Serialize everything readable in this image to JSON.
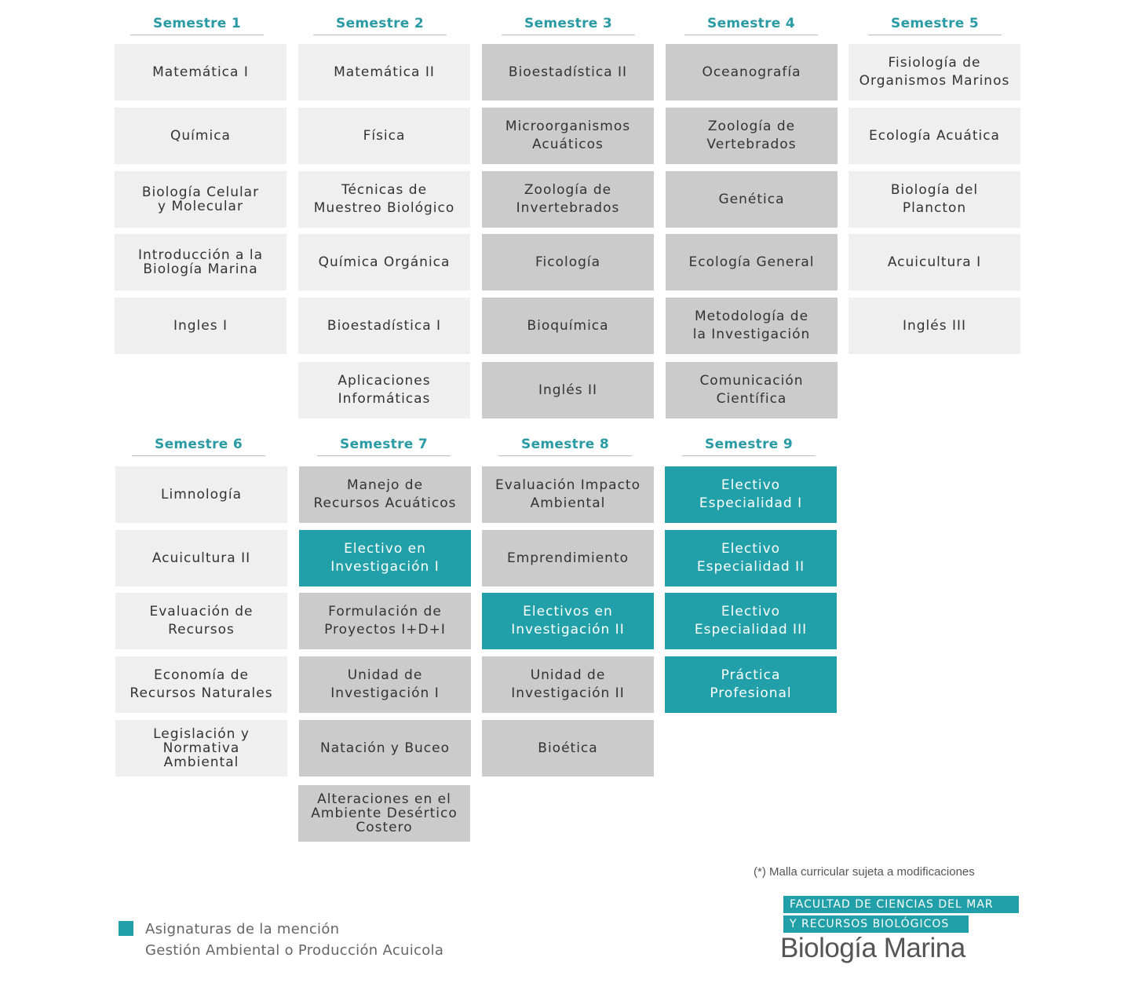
{
  "semesters": [
    {
      "title": "Semestre 1",
      "courses": [
        "Matemática I",
        "Química",
        "Biología Celular\ny Molecular",
        "Introducción a la\nBiología Marina",
        "Ingles I"
      ]
    },
    {
      "title": "Semestre 2",
      "courses": [
        "Matemática II",
        "Física",
        "Técnicas de\nMuestreo Biológico",
        "Química Orgánica",
        "Bioestadística I",
        "Aplicaciones\nInformáticas"
      ]
    },
    {
      "title": "Semestre 3",
      "courses": [
        "Bioestadística II",
        "Microorganismos\nAcuáticos",
        "Zoología de\nInvertebrados",
        "Ficología",
        "Bioquímica",
        "Inglés II"
      ]
    },
    {
      "title": "Semestre 4",
      "courses": [
        "Oceanografía",
        "Zoología de\nVertebrados",
        "Genética",
        "Ecología General",
        "Metodología de\nla Investigación",
        "Comunicación\nCientífica"
      ]
    },
    {
      "title": "Semestre 5",
      "courses": [
        "Fisiología de\nOrganismos Marinos",
        "Ecología Acuática",
        "Biología del\nPlancton",
        "Acuicultura I",
        "Inglés III"
      ]
    },
    {
      "title": "Semestre 6",
      "courses": [
        "Limnología",
        "Acuicultura II",
        "Evaluación de\nRecursos",
        "Economía de\nRecursos Naturales",
        "Legislación y\nNormativa\nAmbiental"
      ]
    },
    {
      "title": "Semestre 7",
      "courses": [
        "Manejo de\nRecursos Acuáticos",
        "Electivo en\nInvestigación I",
        "Formulación de\nProyectos I+D+I",
        "Unidad de\nInvestigación I",
        "Natación y Buceo",
        "Alteraciones en el\nAmbiente Desértico\nCostero"
      ]
    },
    {
      "title": "Semestre 8",
      "courses": [
        "Evaluación Impacto\nAmbiental",
        "Emprendimiento",
        "Electivos en\nInvestigación II",
        "Unidad de\nInvestigación II",
        "Bioética"
      ]
    },
    {
      "title": "Semestre 9",
      "courses": [
        "Electivo\nEspecialidad I",
        "Electivo\nEspecialidad II",
        "Electivo\nEspecialidad III",
        "Práctica\nProfesional"
      ]
    }
  ],
  "note": "(*) Malla curricular sujeta a modificaciones",
  "legend": {
    "text": "Asignaturas de la mención\nGestión Ambiental o Producción Acuicola",
    "color": "#22a0aa"
  },
  "faculty": {
    "line1": "FACULTAD DE CIENCIAS DEL MAR",
    "line2": "Y RECURSOS BIOLÓGICOS"
  },
  "brand": "Biología Marina",
  "colors": {
    "accent": "#22a0aa",
    "light_box": "#efefef",
    "gray_box": "#cbcbcb"
  }
}
